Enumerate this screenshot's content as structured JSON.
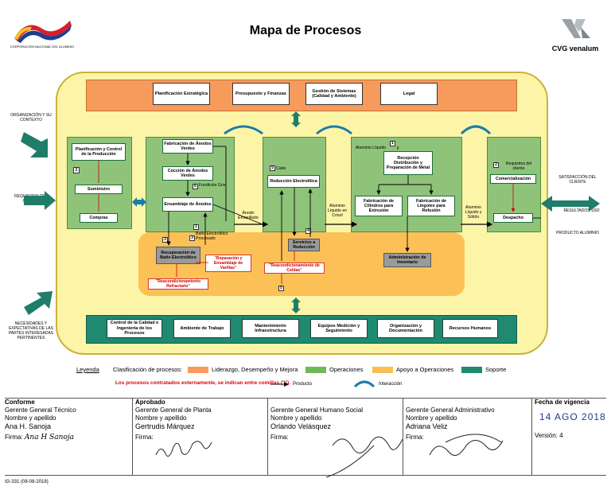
{
  "header": {
    "title": "Mapa de Procesos",
    "left_logo_text": "CORPORACIÓN NACIONAL DEL ALUMINIO",
    "right_logo_text": "CVG venalum"
  },
  "side_labels": {
    "left": [
      "ORGANIZACIÓN Y SU CONTEXTO",
      "REQUISITOS DEL CLIENTE",
      "NECESIDADES Y EXPECTATIVAS DE LAS PARTES INTERESADAS PERTINENTES"
    ],
    "right": [
      "SATISFACCIÓN DEL CLIENTE",
      "RESULTADOS SSO",
      "PRODUCTO ALUMINIO"
    ]
  },
  "leadership": [
    "Planificación Estratégica",
    "Presupuesto y Finanzas",
    "Gestión de Sistemas (Calidad y Ambiente)",
    "Legal"
  ],
  "support": [
    "Control de la Calidad e Ingeniería de los Procesos",
    "Ambiente de Trabajo",
    "Mantenimiento Infraestructura",
    "Equipos Medición y Seguimiento",
    "Organización y Documentación",
    "Recursos Humanos"
  ],
  "planning": {
    "p1": "Planificación y Control de la Producción",
    "p2": "Suministro",
    "p3": "Compras",
    "badge": "2"
  },
  "anodes": {
    "a1": "Fabricación de Ánodos Verdes",
    "a2": "Cocción de Ánodos Verdes",
    "a3": "Ensamblaje de Ánodos",
    "badge": "1",
    "fundicion": "Fundición Gris",
    "fundicion_badge": "6"
  },
  "reduction": {
    "r1": "Reducción Electrolítica",
    "cabe": "Cabe",
    "cabe_badge": "5",
    "services": "Servicios a Reducción",
    "services_badge": "4"
  },
  "casting": {
    "reception": "Recepción Distribución y Preparación de Metal",
    "badge": "1",
    "aluminio_liquido": "Aluminio Líquido",
    "c1": "Fabricación de Cilindros para Extrusión",
    "c2": "Fabricación de Lingotes para Refusión",
    "inventory": "Administración de Inventario"
  },
  "commerce": {
    "c1": "Comercialización",
    "c2": "Despacho",
    "badge": "2",
    "req": "Requisitos del cliente"
  },
  "support_ops": {
    "bath": "Recuperación de Baño Electrolítico",
    "bath_badge": "3",
    "bath_proc": "Baño Electrolítico Procesado",
    "bath_proc_badge": "3",
    "refractory": "\"Reacondicionamiento Refractario\"",
    "rods": "\"Reparación y Ensamblaje de Varillas\"",
    "cells": "\"Reacondicionamiento de Celdas\"",
    "cells_badge": "5"
  },
  "flow_labels": {
    "anodo": "Ánodo Envarillado",
    "crisol": "Aluminio Líquido en Crisol",
    "solido": "Aluminio Líquido y Sólido"
  },
  "legend": {
    "label": "Leyenda",
    "clasif": "Clasificación de procesos:",
    "leadership": "Liderazgo, Desempeño y Mejora",
    "operations": "Operaciones",
    "support_ops": "Apoyo a Operaciones",
    "support": "Soporte",
    "product": "Producto",
    "interaction": "Interacción",
    "note": "Los procesos contratados externamente, se indican entre comillas (\"\").",
    "colors": {
      "leadership": "#f79b5c",
      "operations": "#6fb85a",
      "support_ops": "#fbbe52",
      "support": "#1f8a70"
    }
  },
  "approval": {
    "conforme": {
      "head": "Conforme",
      "role": "Gerente General Técnico",
      "nombre_label": "Nombre y apellido",
      "name": "Ana H. Sanoja",
      "firma": "Firma:",
      "sig": "Ana H Sanoja"
    },
    "aprobado": {
      "head": "Aprobado",
      "role": "Gerente General de Planta",
      "nombre_label": "Nombre y apellido",
      "name": "Gertrudis Márquez",
      "firma": "Firma:"
    },
    "humano": {
      "role": "Gerente General Humano Social",
      "nombre_label": "Nombre y apellido",
      "name": "Orlando Velásquez",
      "firma": "Firma:"
    },
    "admin": {
      "role": "Gerente General Administrativo",
      "nombre_label": "Nombre y apellido",
      "name": "Adriana Veliz",
      "firma": "Firma:"
    },
    "vigencia": {
      "label": "Fecha de vigencia",
      "date": "14 AGO 2018",
      "version_label": "Versión:",
      "version": "4"
    }
  },
  "footer": {
    "code": "IG-331",
    "date": "(08-08-2018)"
  }
}
